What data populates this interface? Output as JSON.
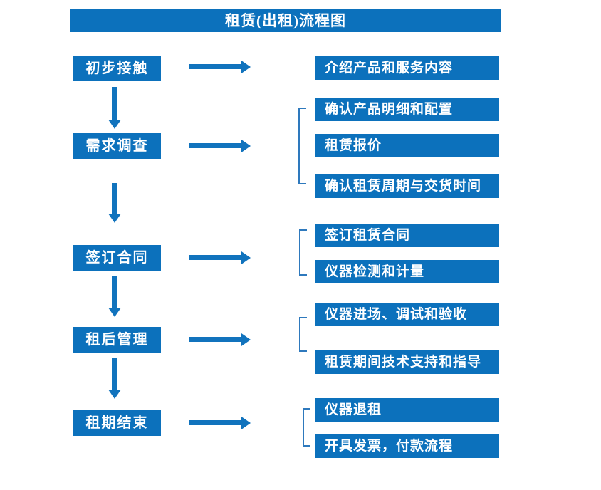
{
  "title": "租赁(出租)流程图",
  "colors": {
    "box_blue": "#0c71bc",
    "arrow_blue": "#1173bd",
    "bracket_blue": "#2e79bd",
    "text_on_blue": "#ffffff",
    "background": "#ffffff"
  },
  "stages": [
    {
      "label": "初步接触"
    },
    {
      "label": "需求调查"
    },
    {
      "label": "签订合同"
    },
    {
      "label": "租后管理"
    },
    {
      "label": "租期结束"
    }
  ],
  "details": [
    {
      "label": "介绍产品和服务内容"
    },
    {
      "label": "确认产品明细和配置"
    },
    {
      "label": "租赁报价"
    },
    {
      "label": "确认租赁周期与交货时间"
    },
    {
      "label": "签订租赁合同"
    },
    {
      "label": "仪器检测和计量"
    },
    {
      "label": "仪器进场、调试和验收"
    },
    {
      "label": "租赁期间技术支持和指导"
    },
    {
      "label": "仪器退租"
    },
    {
      "label": "开具发票，付款流程"
    }
  ]
}
